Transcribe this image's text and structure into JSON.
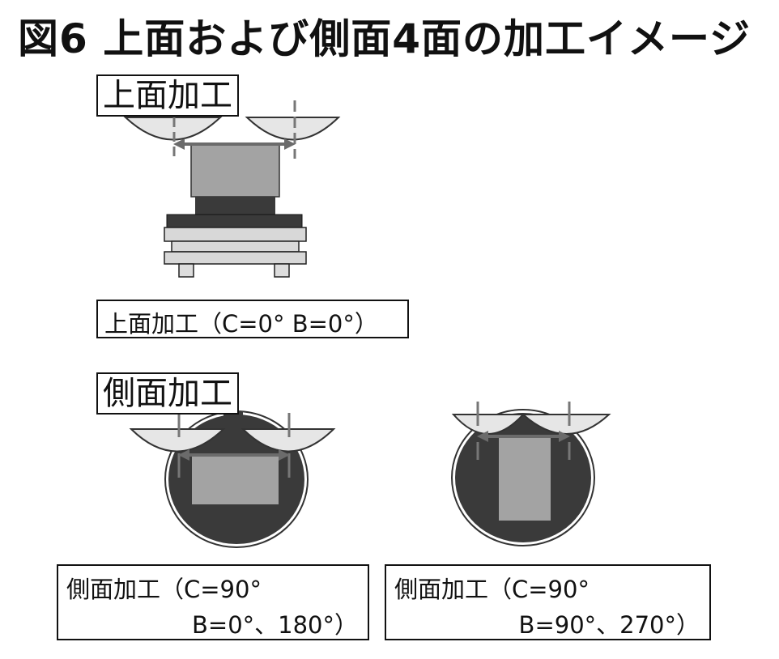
{
  "title": "図6 上面および側面4面の加工イメージ",
  "top_section": {
    "label": "上面加工",
    "caption": "上面加工（C=0° B=0°）"
  },
  "side_section": {
    "label": "側面加工",
    "captions": [
      {
        "line1": "側面加工（C=90°",
        "line2": "B=0°、180°）"
      },
      {
        "line1": "側面加工（C=90°",
        "line2": "B=90°、270°）"
      }
    ]
  },
  "colors": {
    "tool": "#e6e6e6",
    "work": "#a3a3a3",
    "dark": "#3a3a3a",
    "plate": "#d8d8d8",
    "arrow": "#6b6b6b"
  }
}
